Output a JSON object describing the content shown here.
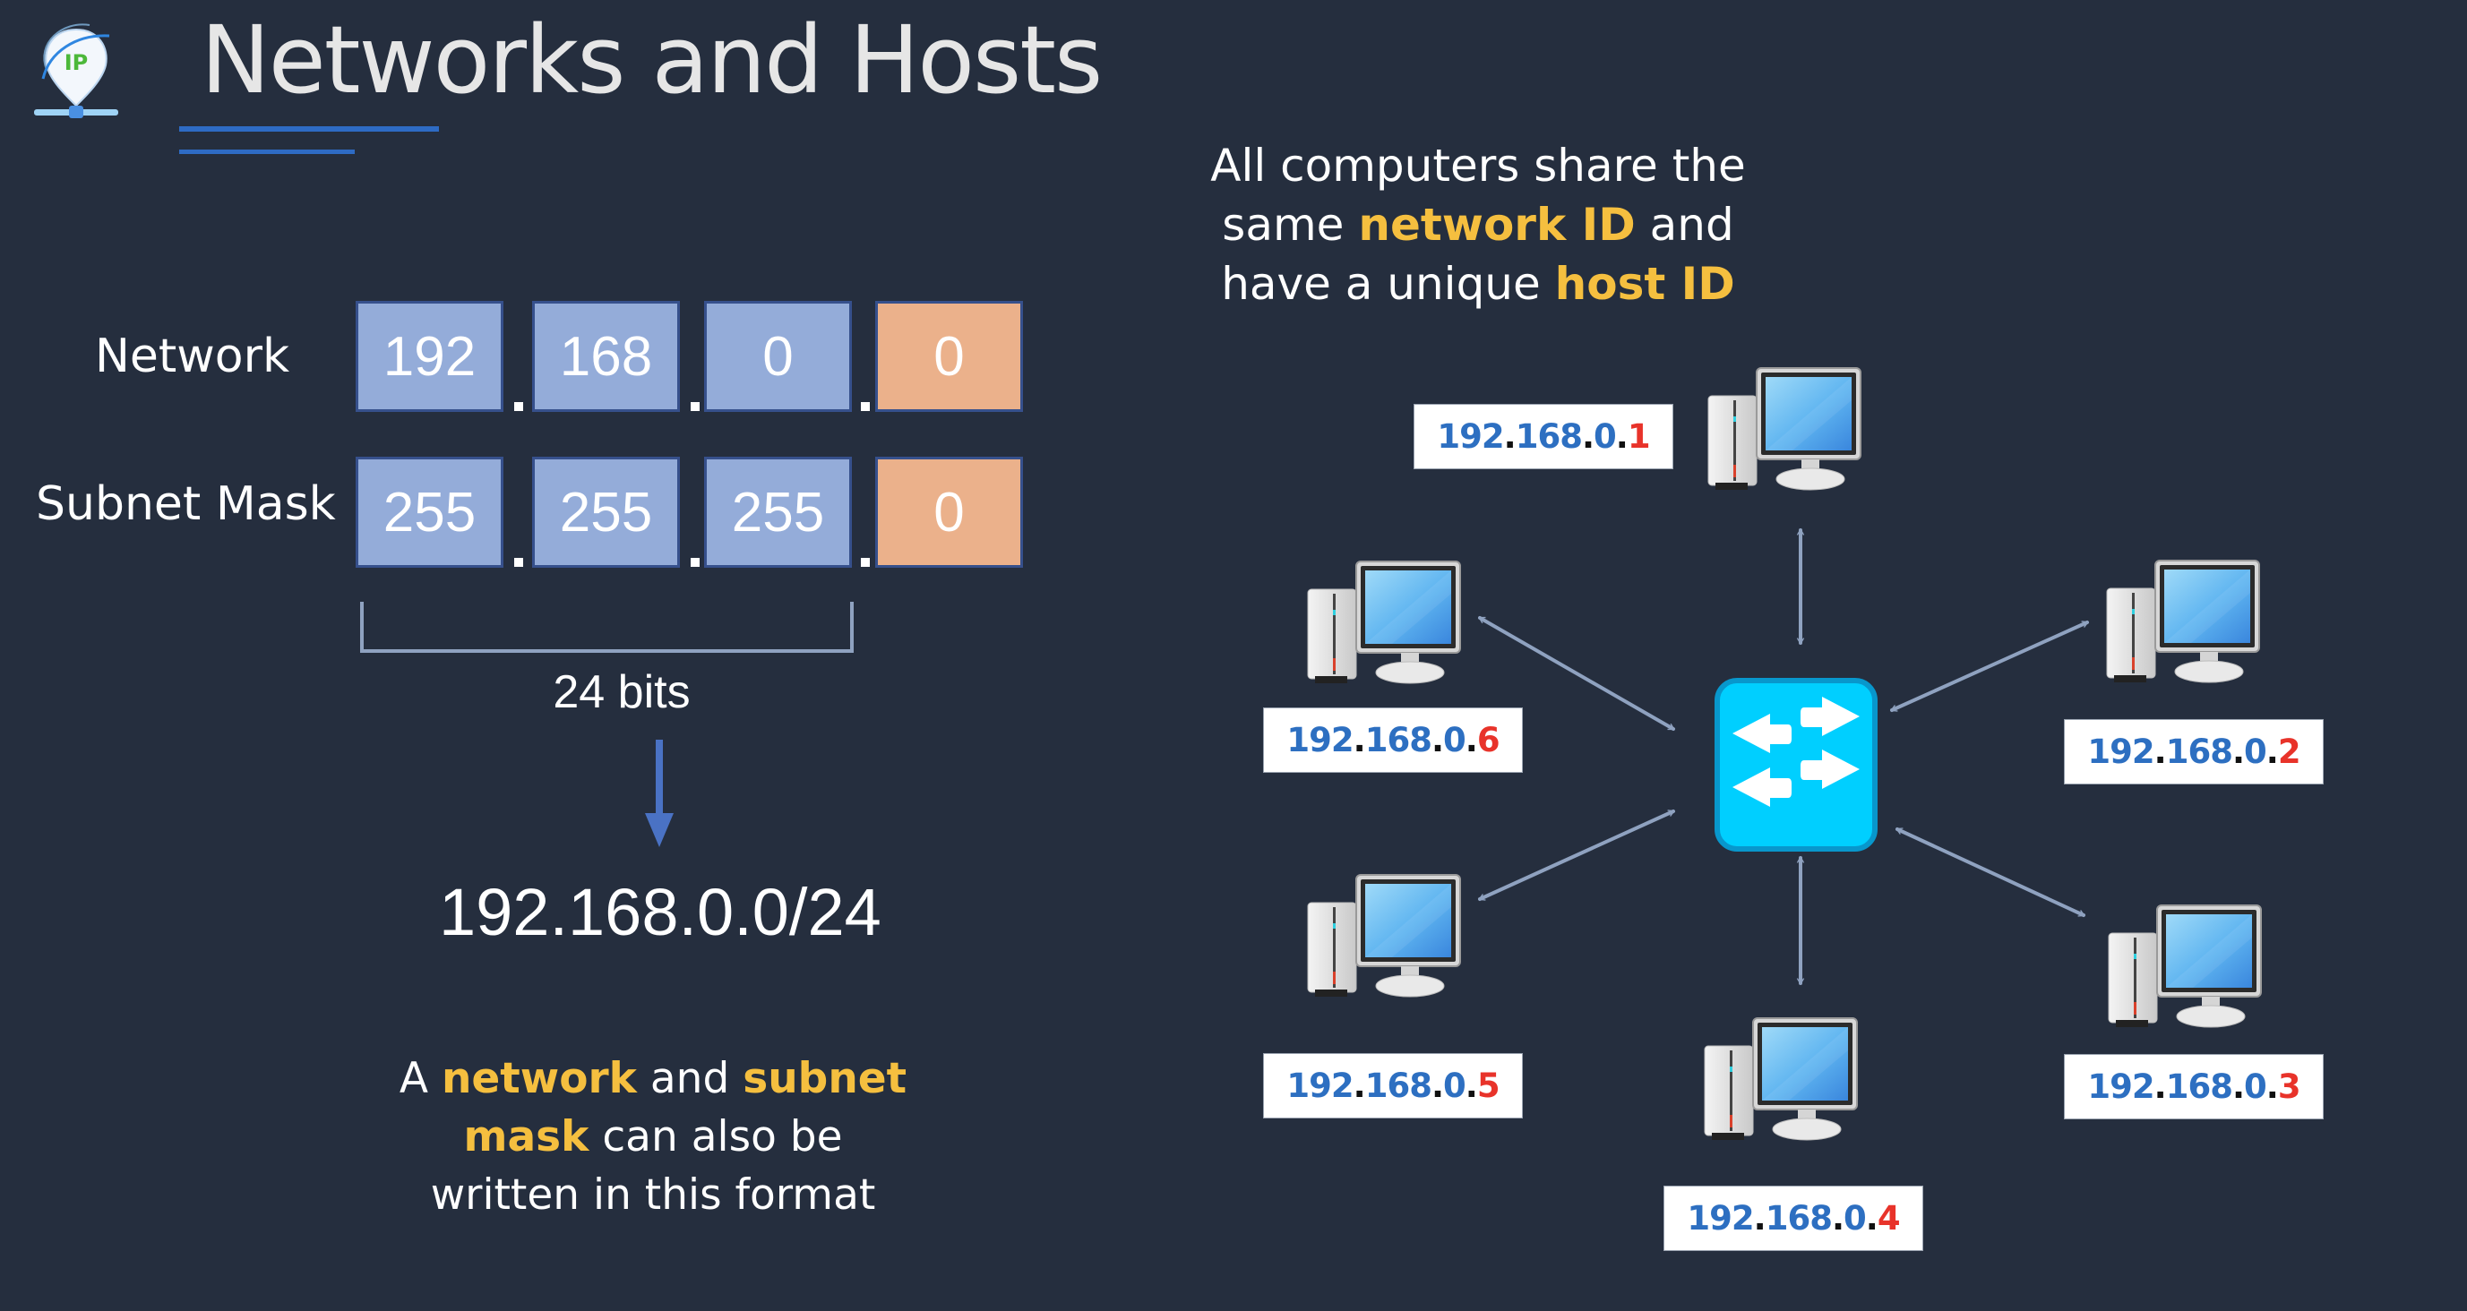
{
  "slide": {
    "title": "Networks and Hosts",
    "logo_icon": "ip-location-pin-icon",
    "logo_text": "IP"
  },
  "address_table": {
    "rows": [
      {
        "label": "Network",
        "octets": [
          "192",
          "168",
          "0",
          "0"
        ]
      },
      {
        "label": "Subnet Mask",
        "octets": [
          "255",
          "255",
          "255",
          "0"
        ]
      }
    ],
    "network_octets_count": 3,
    "host_octets_count": 1,
    "bracket_label": "24 bits",
    "cidr_notation": "192.168.0.0/24"
  },
  "left_caption": {
    "parts": [
      {
        "text": "A ",
        "highlight": false
      },
      {
        "text": "network",
        "highlight": true
      },
      {
        "text": " and ",
        "highlight": false
      },
      {
        "text": "subnet",
        "highlight": true
      },
      {
        "text": "\n",
        "highlight": false
      },
      {
        "text": "mask",
        "highlight": true
      },
      {
        "text": " can also be",
        "highlight": false
      },
      {
        "text": "\n",
        "highlight": false
      },
      {
        "text": "written in this format",
        "highlight": false
      }
    ]
  },
  "right_caption": {
    "parts": [
      {
        "text": "All computers share the",
        "highlight": false
      },
      {
        "text": "\n",
        "highlight": false
      },
      {
        "text": "same ",
        "highlight": false
      },
      {
        "text": "network ID",
        "highlight": true
      },
      {
        "text": " and",
        "highlight": false
      },
      {
        "text": "\n",
        "highlight": false
      },
      {
        "text": "have a unique ",
        "highlight": false
      },
      {
        "text": "host ID",
        "highlight": true
      }
    ]
  },
  "network_diagram": {
    "center_device": {
      "type": "switch",
      "icon": "network-switch-icon"
    },
    "hosts": [
      {
        "id": "host-1",
        "network_part": [
          "192",
          "168",
          "0"
        ],
        "host_part": "1",
        "icon": "desktop-computer-icon"
      },
      {
        "id": "host-2",
        "network_part": [
          "192",
          "168",
          "0"
        ],
        "host_part": "2",
        "icon": "desktop-computer-icon"
      },
      {
        "id": "host-3",
        "network_part": [
          "192",
          "168",
          "0"
        ],
        "host_part": "3",
        "icon": "desktop-computer-icon"
      },
      {
        "id": "host-4",
        "network_part": [
          "192",
          "168",
          "0"
        ],
        "host_part": "4",
        "icon": "desktop-computer-icon"
      },
      {
        "id": "host-5",
        "network_part": [
          "192",
          "168",
          "0"
        ],
        "host_part": "5",
        "icon": "desktop-computer-icon"
      },
      {
        "id": "host-6",
        "network_part": [
          "192",
          "168",
          "0"
        ],
        "host_part": "6",
        "icon": "desktop-computer-icon"
      }
    ],
    "connection_style": "bidirectional-arrow"
  },
  "colors": {
    "background": "#252e3e",
    "title": "#e6e6e6",
    "accent_underline": "#2e6bc4",
    "network_octet_fill": "#94acd9",
    "host_octet_fill": "#ebb18b",
    "highlight_text": "#f5bf3f",
    "ip_network_part": "#2d6fc1",
    "ip_host_part": "#e8332a",
    "switch_fill": "#00cfff",
    "connector": "#8fa2c0"
  }
}
